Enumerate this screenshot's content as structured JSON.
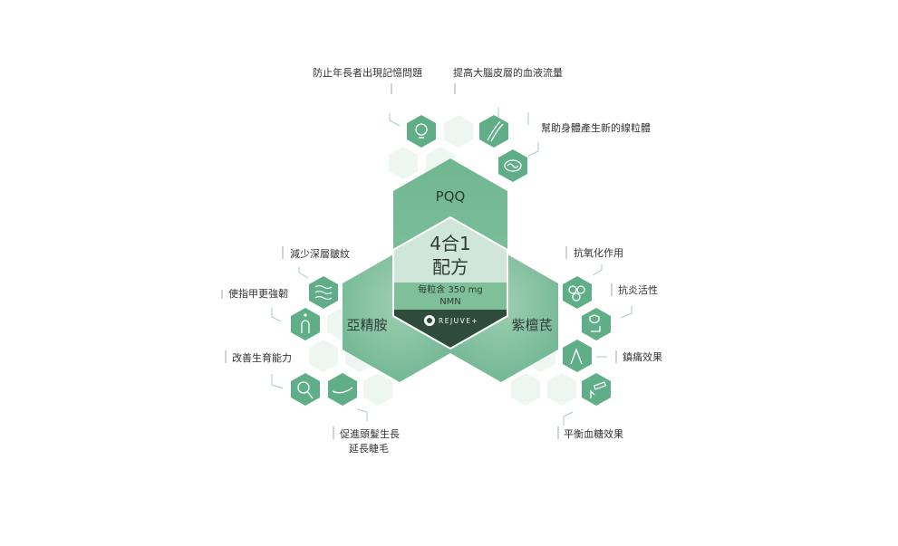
{
  "center": {
    "title_line1": "4合1",
    "title_line2": "配方",
    "dose": "每粒含 350 mg",
    "ingredient": "NMN",
    "brand": "REJUVE+"
  },
  "ingredients": {
    "top": "PQQ",
    "left": "亞精胺",
    "right": "紫檀芪"
  },
  "benefits": {
    "memory": "防止年長者出現記憶問題",
    "blood_flow": "提高大腦皮層的血液流量",
    "mitochondria": "幫助身體產生新的線粒體",
    "wrinkles": "減少深層皺紋",
    "nails": "使指甲更強韌",
    "fertility": "改善生育能力",
    "hair_line1": "促進頭髮生長",
    "hair_line2": "延長睫毛",
    "antioxidant": "抗氧化作用",
    "anti_inflammatory": "抗炎活性",
    "pain_relief": "鎮痛效果",
    "blood_sugar": "平衡血糖效果"
  },
  "colors": {
    "green": "#6cb48f",
    "green_light": "#a6d2b8",
    "center_light": "#cfe6d8",
    "dark_band": "#2e4b3b",
    "pale_hex": "#eef6f1"
  }
}
